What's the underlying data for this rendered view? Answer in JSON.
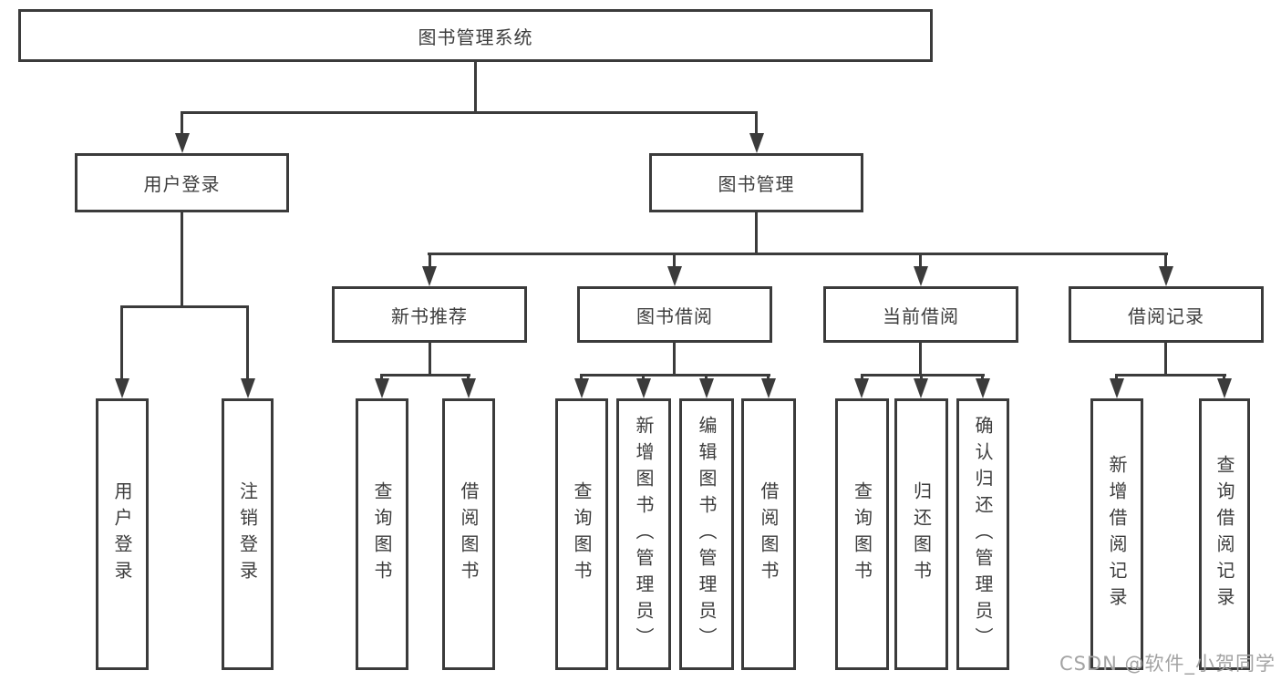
{
  "colors": {
    "line": "#3b3b3b",
    "text": "#3d3d3d",
    "watermark": "#a3a3a3",
    "background": "#ffffff"
  },
  "tree": {
    "label": "图书管理系统",
    "children": [
      {
        "label": "用户登录",
        "children": [
          {
            "label": "用户登录"
          },
          {
            "label": "注销登录"
          }
        ]
      },
      {
        "label": "图书管理",
        "children": [
          {
            "label": "新书推荐",
            "children": [
              {
                "label": "查询图书"
              },
              {
                "label": "借阅图书"
              }
            ]
          },
          {
            "label": "图书借阅",
            "children": [
              {
                "label": "查询图书"
              },
              {
                "label": "新增图书（管理员）"
              },
              {
                "label": "编辑图书（管理员）"
              },
              {
                "label": "借阅图书"
              }
            ]
          },
          {
            "label": "当前借阅",
            "children": [
              {
                "label": "查询图书"
              },
              {
                "label": "归还图书"
              },
              {
                "label": "确认归还（管理员）"
              }
            ]
          },
          {
            "label": "借阅记录",
            "children": [
              {
                "label": "新增借阅记录"
              },
              {
                "label": "查询借阅记录"
              }
            ]
          }
        ]
      }
    ]
  },
  "watermark": "CSDN @软件_小贺同学"
}
